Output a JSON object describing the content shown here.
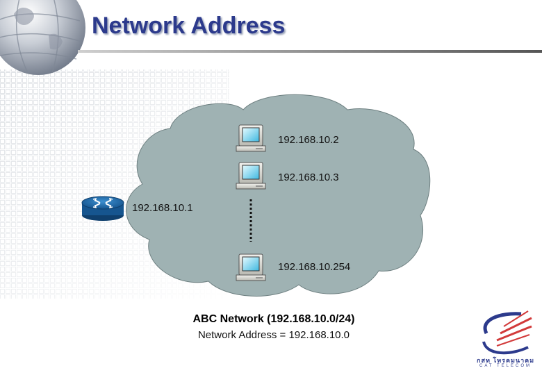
{
  "slide": {
    "title": "Network Address"
  },
  "diagram": {
    "router_ip": "192.168.10.1",
    "hosts": [
      "192.168.10.2",
      "192.168.10.3",
      "192.168.10.254"
    ],
    "caption": "ABC Network (192.168.10.0/24)",
    "subcaption": "Network Address = 192.168.10.0"
  },
  "logo": {
    "text": "กสท โทรคมนาคม",
    "subtext": "CAT TELECOM"
  },
  "colors": {
    "title": "#2c3a8c",
    "cloud": "#9fb2b3",
    "router": "#1f6fb0"
  }
}
